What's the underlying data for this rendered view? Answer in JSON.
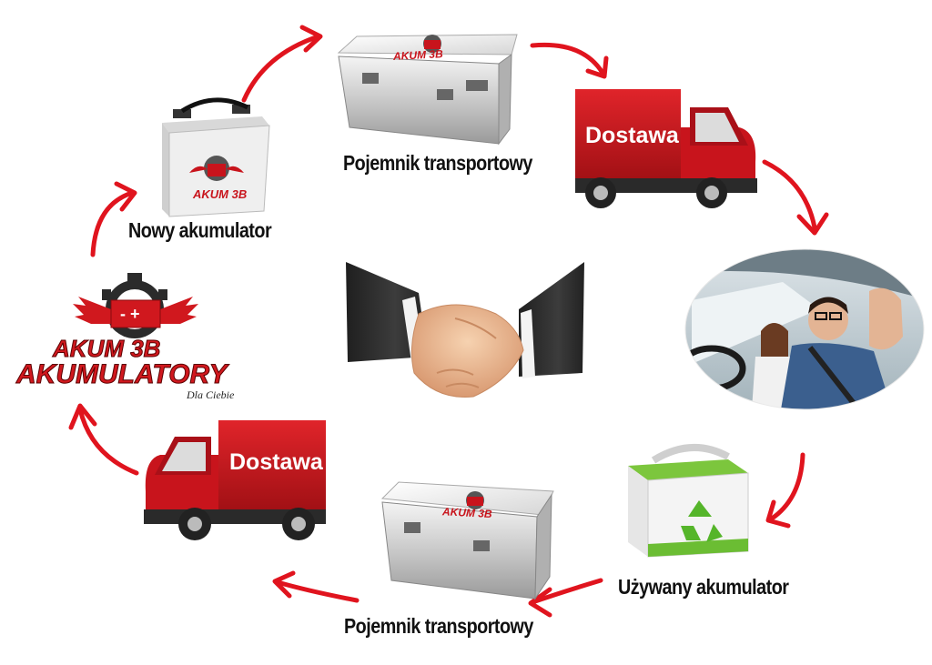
{
  "nodes": {
    "new_battery": {
      "label": "Nowy akumulator",
      "brand": "AKUM 3B"
    },
    "container_top": {
      "label": "Pojemnik transportowy",
      "brand": "AKUM 3B"
    },
    "truck_top": {
      "label": "Dostawa"
    },
    "used_battery": {
      "label": "Używany akumulator"
    },
    "container_bottom": {
      "label": "Pojemnik transportowy",
      "brand": "AKUM 3B"
    },
    "truck_bottom": {
      "label": "Dostawa"
    }
  },
  "logo": {
    "line1": "AKUM 3B",
    "line2": "AKUMULATORY",
    "tagline": "Dla Ciebie",
    "battery_symbols": "- +"
  },
  "center": {
    "icon": "handshake-icon"
  },
  "customer_photo": {
    "icon": "happy-driver-photo"
  },
  "colors": {
    "arrow": "#e0141e",
    "truck": "#c8141c",
    "logo_red": "#d0181e",
    "recycle": "#55b52a"
  }
}
